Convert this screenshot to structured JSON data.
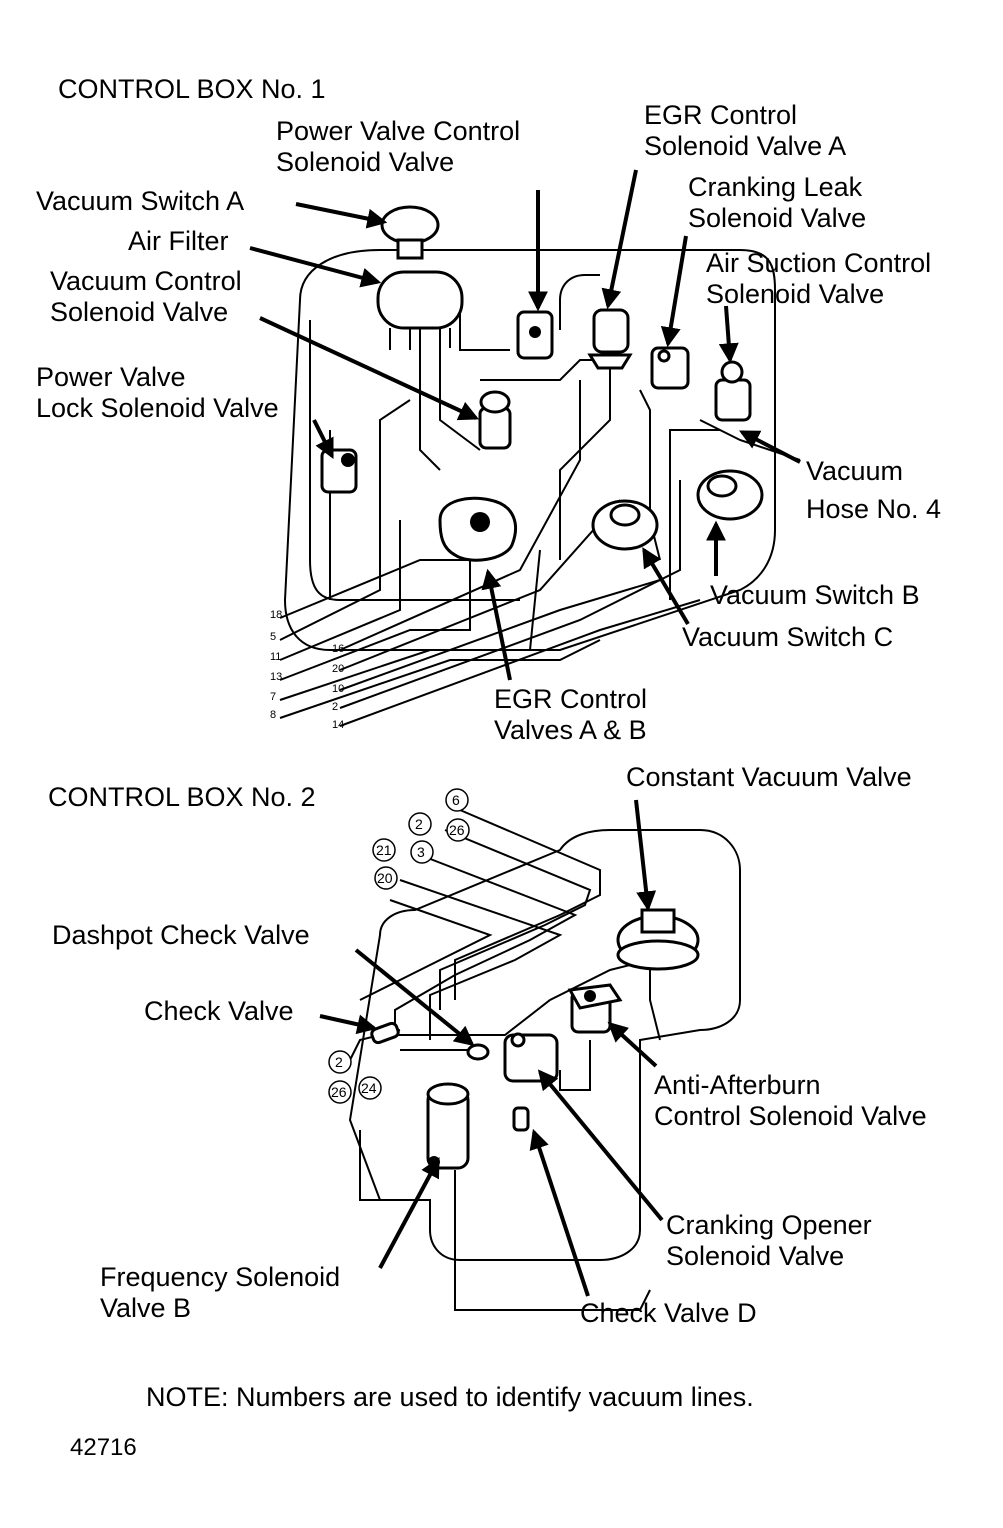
{
  "box1": {
    "title": "CONTROL BOX No. 1",
    "labels": {
      "power_valve_control": [
        "Power Valve Control",
        "Solenoid Valve"
      ],
      "egr_solenoid_a": [
        "EGR Control",
        "Solenoid Valve A"
      ],
      "vacuum_switch_a": [
        "Vacuum Switch A"
      ],
      "cranking_leak": [
        "Cranking Leak",
        "Solenoid Valve"
      ],
      "air_filter": [
        "Air Filter"
      ],
      "air_suction": [
        "Air Suction Control",
        "Solenoid Valve"
      ],
      "vacuum_control": [
        "Vacuum Control",
        "Solenoid Valve"
      ],
      "power_valve_lock": [
        "Power Valve",
        "Lock Solenoid Valve"
      ],
      "vacuum_hose_4": [
        "Vacuum",
        "Hose No. 4"
      ],
      "vacuum_switch_b": [
        "Vacuum Switch B"
      ],
      "vacuum_switch_c": [
        "Vacuum Switch C"
      ],
      "egr_valves_ab": [
        "EGR Control",
        "Valves A & B"
      ]
    },
    "line_numbers": [
      "18",
      "5",
      "11",
      "13",
      "7",
      "8",
      "16",
      "20",
      "10",
      "2",
      "14"
    ]
  },
  "box2": {
    "title": "CONTROL BOX No. 2",
    "labels": {
      "constant_vacuum": [
        "Constant Vacuum Valve"
      ],
      "dashpot_check": [
        "Dashpot Check Valve"
      ],
      "check_valve": [
        "Check Valve"
      ],
      "anti_afterburn": [
        "Anti-Afterburn",
        "Control Solenoid Valve"
      ],
      "cranking_opener": [
        "Cranking Opener",
        "Solenoid Valve"
      ],
      "frequency_b": [
        "Frequency Solenoid",
        "Valve B"
      ],
      "check_valve_d": [
        "Check Valve D"
      ]
    },
    "circled_numbers": [
      "6",
      "2",
      "26",
      "21",
      "3",
      "20",
      "2",
      "26",
      "24"
    ]
  },
  "note": "NOTE: Numbers are used to identify vacuum lines.",
  "figure_number": "42716"
}
